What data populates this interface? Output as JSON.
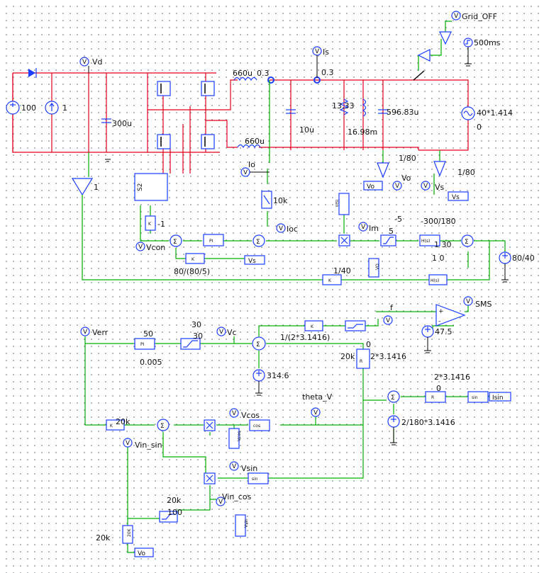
{
  "labels": {
    "grid_off": "Grid_OFF",
    "ms500": "500ms",
    "vd": "Vd",
    "is": "Is",
    "l1": "660u",
    "l1b": "0.3",
    "is_val": "0.3",
    "l2": "660u",
    "src100": "100",
    "src1": "1",
    "c300": "300u",
    "c10": "10u",
    "r1333": "13.33",
    "l1698": "16.98m",
    "c59683": "596.83u",
    "vac": "40*1.414",
    "vac0": "0",
    "g1": "1",
    "s2": "S2",
    "io": "Io",
    "r10k": "10k",
    "k1": "-1",
    "vcon": "Vcon",
    "pi": "PI",
    "ioc": "Ioc",
    "sin_tag": "Isin",
    "im": "Im",
    "lim5": "-5",
    "lim5b": "5",
    "g300": "-300/180",
    "g130": "1  30",
    "g10": "1  0",
    "src8040": "80/40",
    "k8": "80/(80/5)",
    "vs_tag": "Vs",
    "k140": "1/40",
    "vo_rot": "VO",
    "vo_tag": "Vo",
    "vs_probe": "Vs",
    "g180a": "1/80",
    "g180b": "1/80",
    "vo_probe": "Vo",
    "sms": "SMS",
    "f_probe": "f",
    "kf": "1/(2*3.1416)",
    "s475": "47.5",
    "verr": "Verr",
    "pi50": "50",
    "pi005": "0.005",
    "lim30": "30",
    "lim30b": "30",
    "vc": "Vc",
    "s3146": "314.6",
    "int0": "0",
    "int20k": "20k",
    "int2pi": "2*3.1416",
    "theta": "theta_V",
    "int2": "2*3.1416",
    "int2_0": "0",
    "isin_out": "Isin",
    "s2180": "2/180*3.1416",
    "k20a": "20k",
    "vcos": "Vcos",
    "vcos_tag": "Vcos",
    "vin_sin": "Vin_sin",
    "vsin": "Vsin",
    "vin_cos": "Vin_cos",
    "k20b": "20k",
    "k100": "100",
    "vsin_tag": "Vsin",
    "k20c": "20k",
    "vo_bot": "Vo"
  },
  "colors": {
    "power_wire": "#e0001a",
    "control_wire": "#00b000",
    "component": "#1a3dff",
    "neutral": "#000000"
  }
}
